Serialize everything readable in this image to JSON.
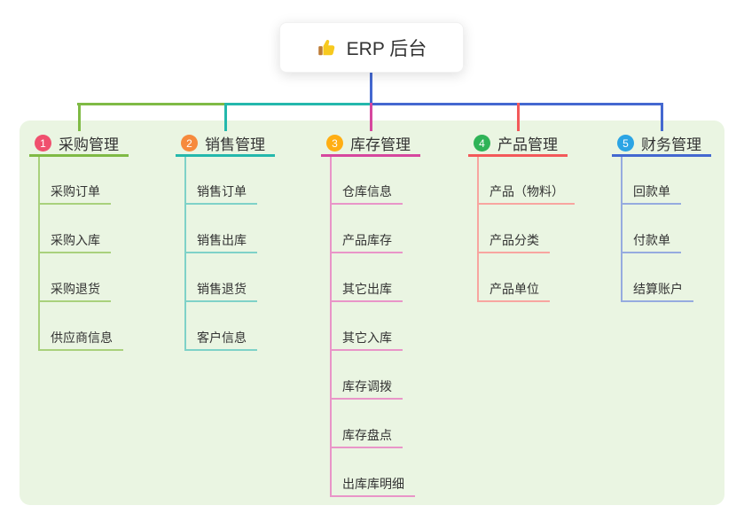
{
  "root": {
    "label": "ERP 后台",
    "icon": "thumbs-up"
  },
  "panel": {
    "background": "#EAF5E2"
  },
  "connector_root_color": "#4468D0",
  "branches": [
    {
      "index": "1",
      "label": "采购管理",
      "badge_color": "#F0506E",
      "line_color": "#7FBA45",
      "sub_line_color": "#A9D17C",
      "items": [
        "采购订单",
        "采购入库",
        "采购退货",
        "供应商信息"
      ]
    },
    {
      "index": "2",
      "label": "销售管理",
      "badge_color": "#F68A3D",
      "line_color": "#24B8AC",
      "sub_line_color": "#7FD2C8",
      "items": [
        "销售订单",
        "销售出库",
        "销售退货",
        "客户信息"
      ]
    },
    {
      "index": "3",
      "label": "库存管理",
      "badge_color": "#FFAE13",
      "line_color": "#D6479E",
      "sub_line_color": "#E995C8",
      "items": [
        "仓库信息",
        "产品库存",
        "其它出库",
        "其它入库",
        "库存调拨",
        "库存盘点",
        "出库库明细"
      ]
    },
    {
      "index": "4",
      "label": "产品管理",
      "badge_color": "#2FB357",
      "line_color": "#F3595A",
      "sub_line_color": "#F8A5A0",
      "items": [
        "产品（物料）",
        "产品分类",
        "产品单位"
      ]
    },
    {
      "index": "5",
      "label": "财务管理",
      "badge_color": "#2BA4E4",
      "line_color": "#4468D0",
      "sub_line_color": "#96ABDF",
      "items": [
        "回款单",
        "付款单",
        "结算账户"
      ]
    }
  ]
}
